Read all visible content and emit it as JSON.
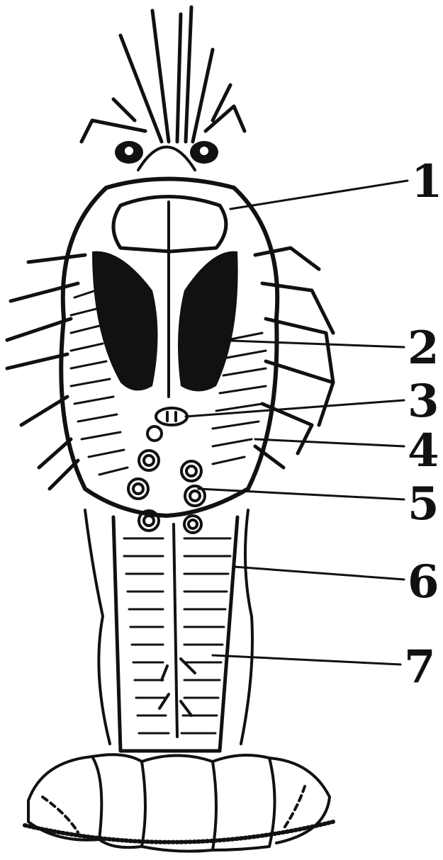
{
  "figure": {
    "subject": "crayfish",
    "callouts": [
      {
        "id": "1",
        "label": "1"
      },
      {
        "id": "2",
        "label": "2"
      },
      {
        "id": "3",
        "label": "3"
      },
      {
        "id": "4",
        "label": "4"
      },
      {
        "id": "5",
        "label": "5"
      },
      {
        "id": "6",
        "label": "6"
      },
      {
        "id": "7",
        "label": "7"
      }
    ],
    "ink_color": "#111111",
    "background": "#ffffff"
  }
}
